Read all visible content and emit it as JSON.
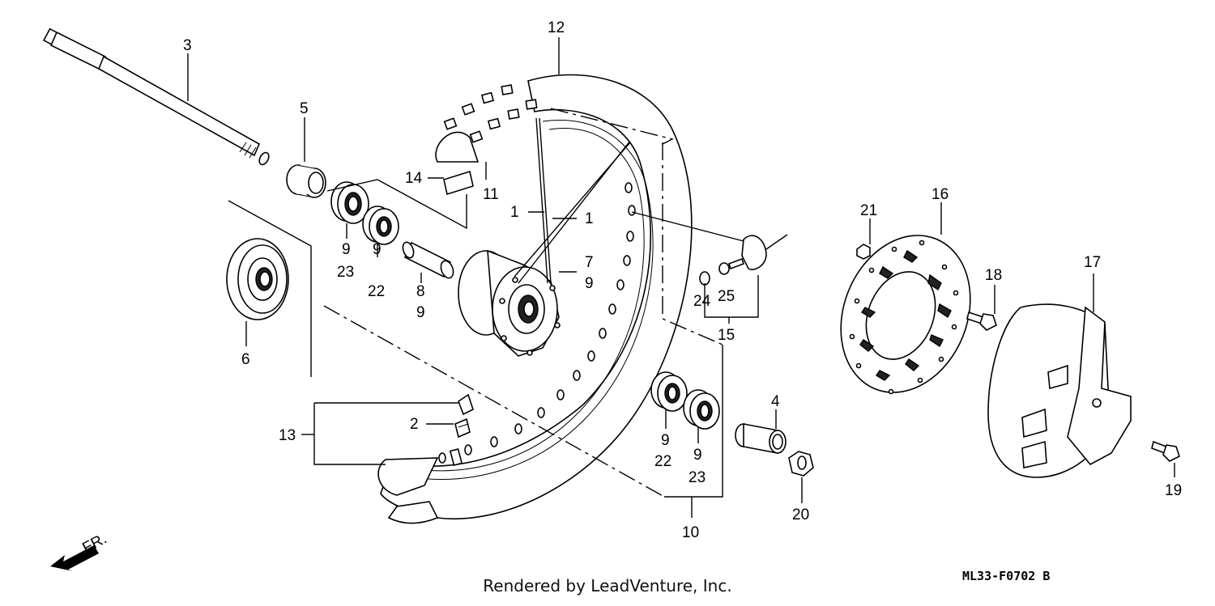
{
  "callouts": {
    "c1a": "1",
    "c1b": "1",
    "c2": "2",
    "c3": "3",
    "c4": "4",
    "c5": "5",
    "c6": "6",
    "c7": "7",
    "c7b": "9",
    "c8": "8",
    "c8b": "9",
    "c9a": "9",
    "c23a": "23",
    "c9b": "9",
    "c22a": "22",
    "c9c": "9",
    "c22b": "22",
    "c9d": "9",
    "c23b": "23",
    "c10": "10",
    "c11": "11",
    "c12": "12",
    "c13": "13",
    "c14": "14",
    "c15": "15",
    "c16": "16",
    "c17": "17",
    "c18": "18",
    "c19": "19",
    "c20": "20",
    "c21": "21",
    "c24": "24",
    "c25": "25"
  },
  "direction_label": "FR.",
  "diagram_code": "ML33-F0702 B",
  "footer": "Rendered by LeadVenture, Inc."
}
